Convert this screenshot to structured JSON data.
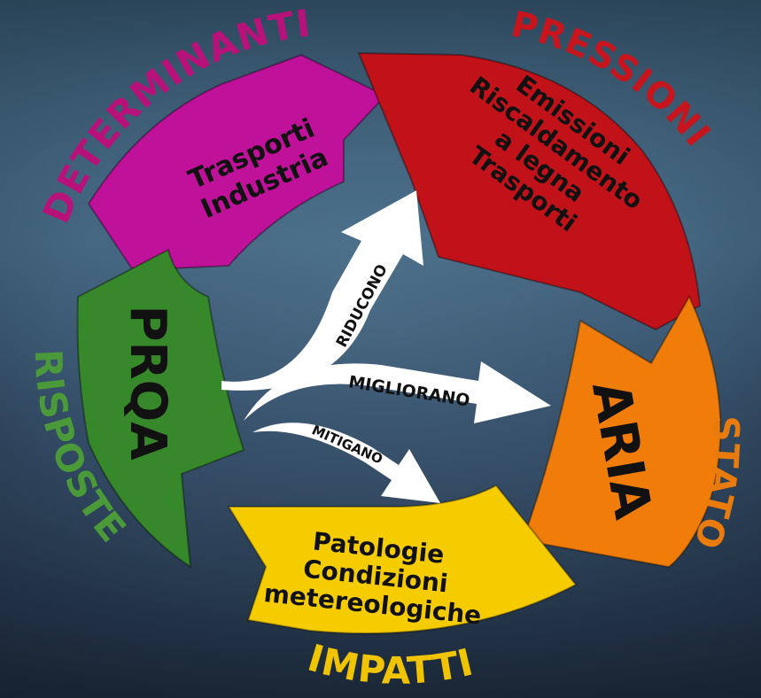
{
  "colors": {
    "determinanti": "#c0119a",
    "pressioni": "#c1121a",
    "stato": "#f07d0a",
    "impatti": "#f5cc00",
    "risposte": "#37882b",
    "determinanti_label": "#b8127a",
    "pressioni_label": "#c8141c",
    "stato_label": "#e87b0c",
    "impatti_label": "#f0c400",
    "risposte_label": "#4a9a3a",
    "arrow_fill": "#ffffff",
    "text_dark": "#111111"
  },
  "labels": {
    "determinanti": "DETERMINANTI",
    "pressioni": "PRESSIONI",
    "stato": "STATO",
    "impatti": "IMPATTI",
    "risposte": "RISPOSTE"
  },
  "segments": {
    "determinanti": {
      "line1": "Trasporti",
      "line2": "Industria"
    },
    "pressioni": {
      "line1": "Emissioni",
      "line2": "Riscaldamento",
      "line3": "a legna",
      "line4": "Trasporti"
    },
    "stato": {
      "text": "ARIA"
    },
    "impatti": {
      "line1": "Patologie",
      "line2": "Condizioni",
      "line3": "metereologiche"
    },
    "risposte": {
      "text": "PRQA"
    }
  },
  "arrows": {
    "riducono": "RIDUCONO",
    "migliorano": "MIGLIORANO",
    "mitigano": "MITIGANO"
  }
}
